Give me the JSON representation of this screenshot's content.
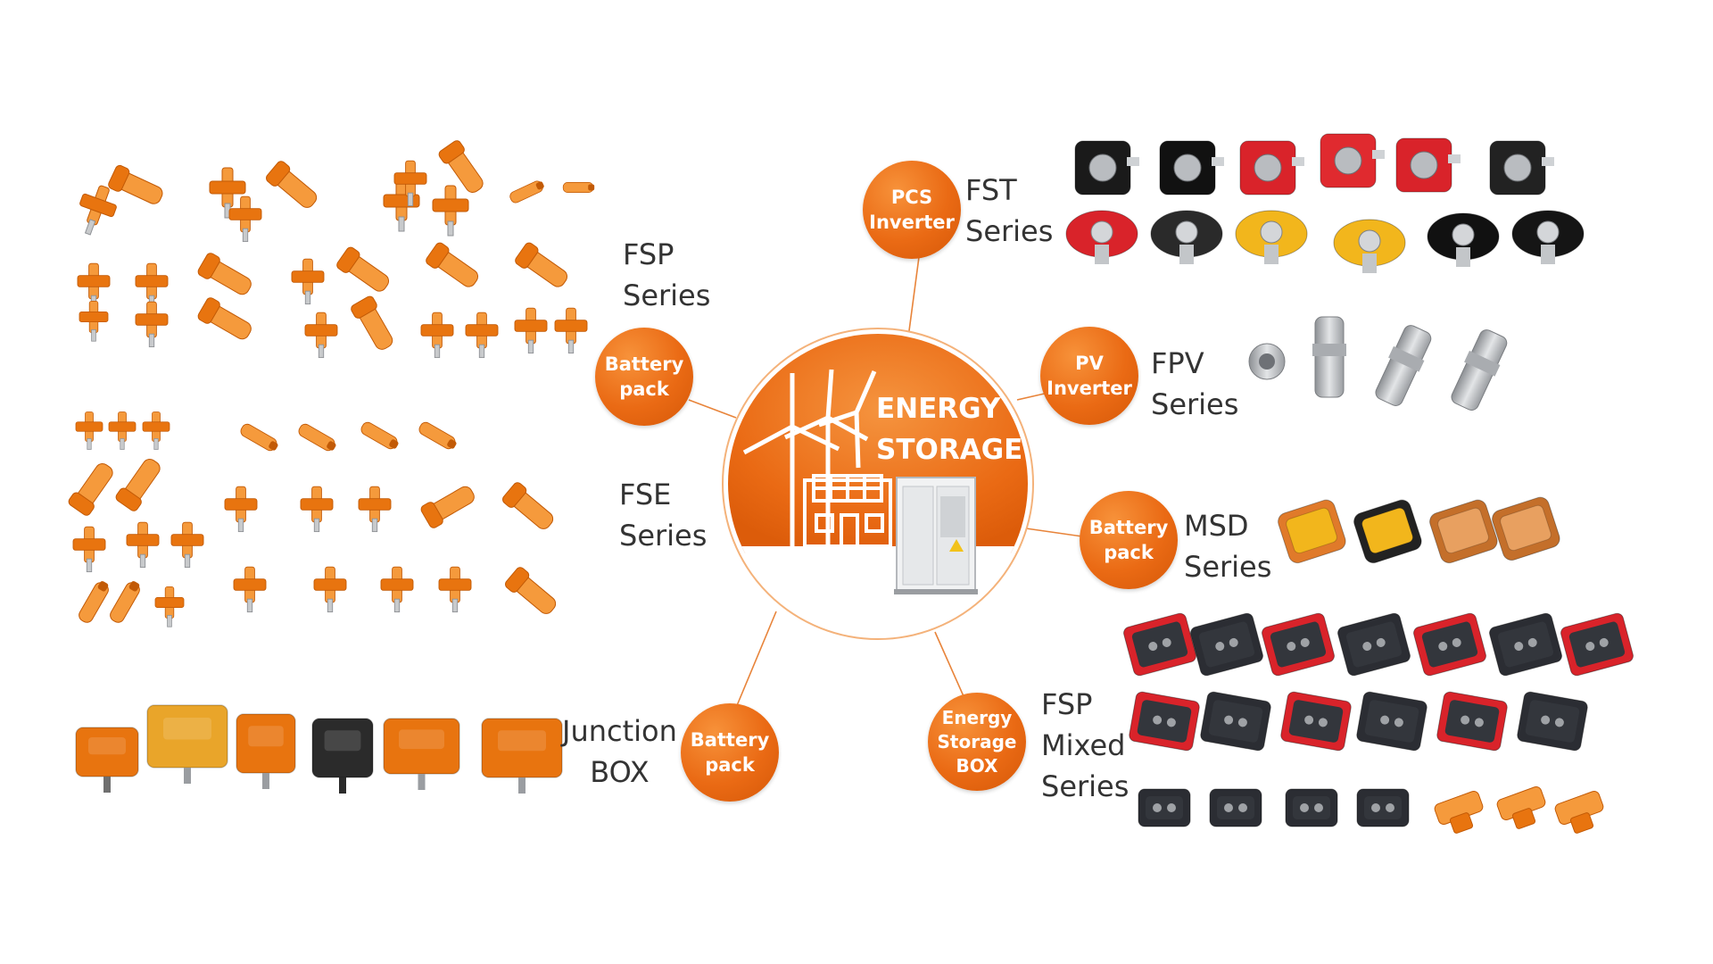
{
  "hub": {
    "title_line1": "ENERGY",
    "title_line2": "STORAGE",
    "colors": {
      "accent": "#ea6a14",
      "accent_light": "#f7923a",
      "ring": "#ffffff"
    }
  },
  "nodes": {
    "pcs_inverter": {
      "line1": "PCS",
      "line2": "Inverter"
    },
    "pv_inverter": {
      "line1": "PV",
      "line2": "Inverter"
    },
    "battery_pack_msd": {
      "line1": "Battery",
      "line2": "pack"
    },
    "energy_storage_box": {
      "line1": "Energy",
      "line2": "Storage",
      "line3": "BOX"
    },
    "battery_pack_junction": {
      "line1": "Battery",
      "line2": "pack"
    },
    "battery_pack_fsp": {
      "line1": "Battery",
      "line2": "pack"
    }
  },
  "series": {
    "fst": {
      "line1": "FST",
      "line2": "Series"
    },
    "fpv": {
      "line1": "FPV",
      "line2": "Series"
    },
    "msd": {
      "line1": "MSD",
      "line2": "Series"
    },
    "fsp_mixed": {
      "line1": "FSP",
      "line2": "Mixed",
      "line3": "Series"
    },
    "junction": {
      "line1": "Junction",
      "line2": "BOX"
    },
    "fse": {
      "line1": "FSE",
      "line2": "Series"
    },
    "fsp": {
      "line1": "FSP",
      "line2": "Series"
    }
  },
  "product_groups": {
    "fsp_connectors": {
      "icon": "orange-connector-icon",
      "color": "#e8740f"
    },
    "fse_connectors": {
      "icon": "orange-connector-icon",
      "color": "#e8740f"
    },
    "junction_box_connectors": {
      "icon": "junction-box-icon",
      "color": "#e8740f"
    },
    "fst_connectors": {
      "icon": "panel-socket-icon",
      "colors": [
        "#1a1a1a",
        "#d9232a",
        "#f2b61c"
      ]
    },
    "fpv_connectors": {
      "icon": "pv-connector-icon",
      "color": "#b7b9bc"
    },
    "msd_connectors": {
      "icon": "msd-plug-icon",
      "colors": [
        "#f2b61c",
        "#e07a2a"
      ]
    },
    "fsp_mixed_connectors": {
      "icon": "mixed-socket-icon",
      "colors": [
        "#2b2d33",
        "#d9232a",
        "#e8740f"
      ]
    }
  }
}
